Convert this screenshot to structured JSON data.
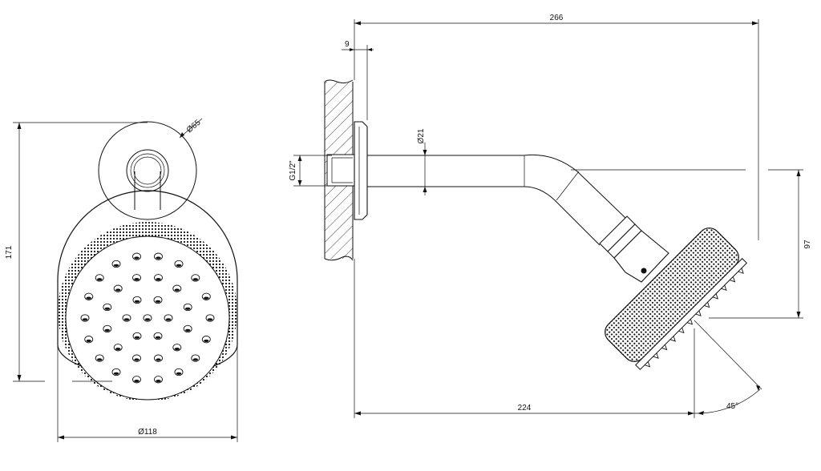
{
  "dimensions": {
    "total_length": "266",
    "wall_plate_thickness": "9",
    "arm_diameter": "Ø21",
    "thread": "G1/2\"",
    "head_drop": "97",
    "horizontal_reach": "224",
    "tilt_angle": "45°",
    "total_height": "171",
    "head_diameter": "Ø118",
    "flange_diameter": "Ø65"
  }
}
